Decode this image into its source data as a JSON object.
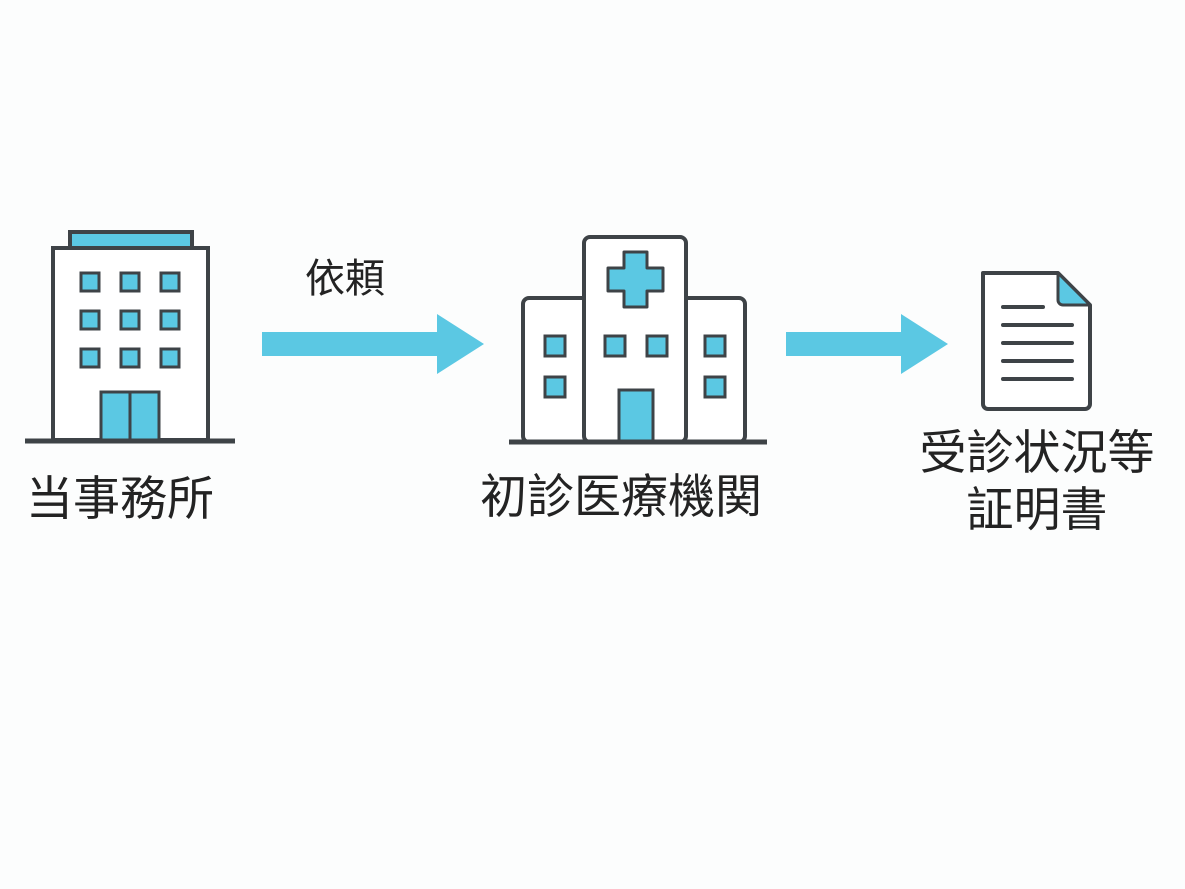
{
  "diagram": {
    "nodes": [
      {
        "id": "office",
        "icon": "office-building-icon",
        "label": "当事務所"
      },
      {
        "id": "clinic",
        "icon": "hospital-icon",
        "label": "初診医療機関"
      },
      {
        "id": "certificate",
        "icon": "document-icon",
        "label_lines": [
          "受診状況等",
          "証明書"
        ]
      }
    ],
    "edges": [
      {
        "from": "office",
        "to": "clinic",
        "label": "依頼"
      },
      {
        "from": "clinic",
        "to": "certificate",
        "label": ""
      }
    ]
  },
  "colors": {
    "accent": "#5bc8e3",
    "outline": "#3e4347",
    "background": "#fcfdfd"
  }
}
